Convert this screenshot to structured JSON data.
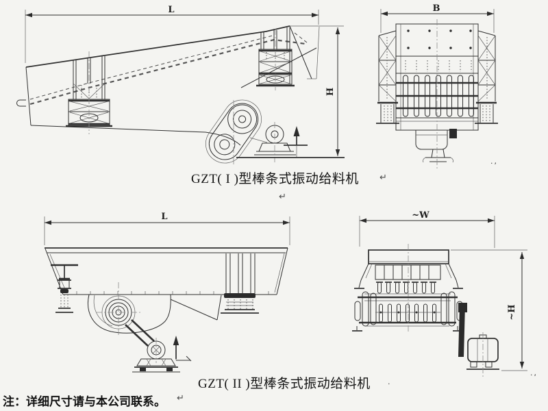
{
  "background": "#f4f4f1",
  "figure1": {
    "caption": "GZT( I )型棒条式振动给料机",
    "side_view": {
      "length_label": "L",
      "height_label": "H"
    },
    "end_view": {
      "width_label": "B"
    }
  },
  "figure2": {
    "caption": "GZT( II )型棒条式振动给料机",
    "side_view": {
      "length_label": "L"
    },
    "end_view": {
      "width_label": "~W",
      "height_label": "~H"
    }
  },
  "footnote": "注：详细尺寸请与本公司联系。",
  "marks": {
    "pilcrow": "↵",
    "small_artifact": ".,",
    "caption2_tail": "."
  }
}
